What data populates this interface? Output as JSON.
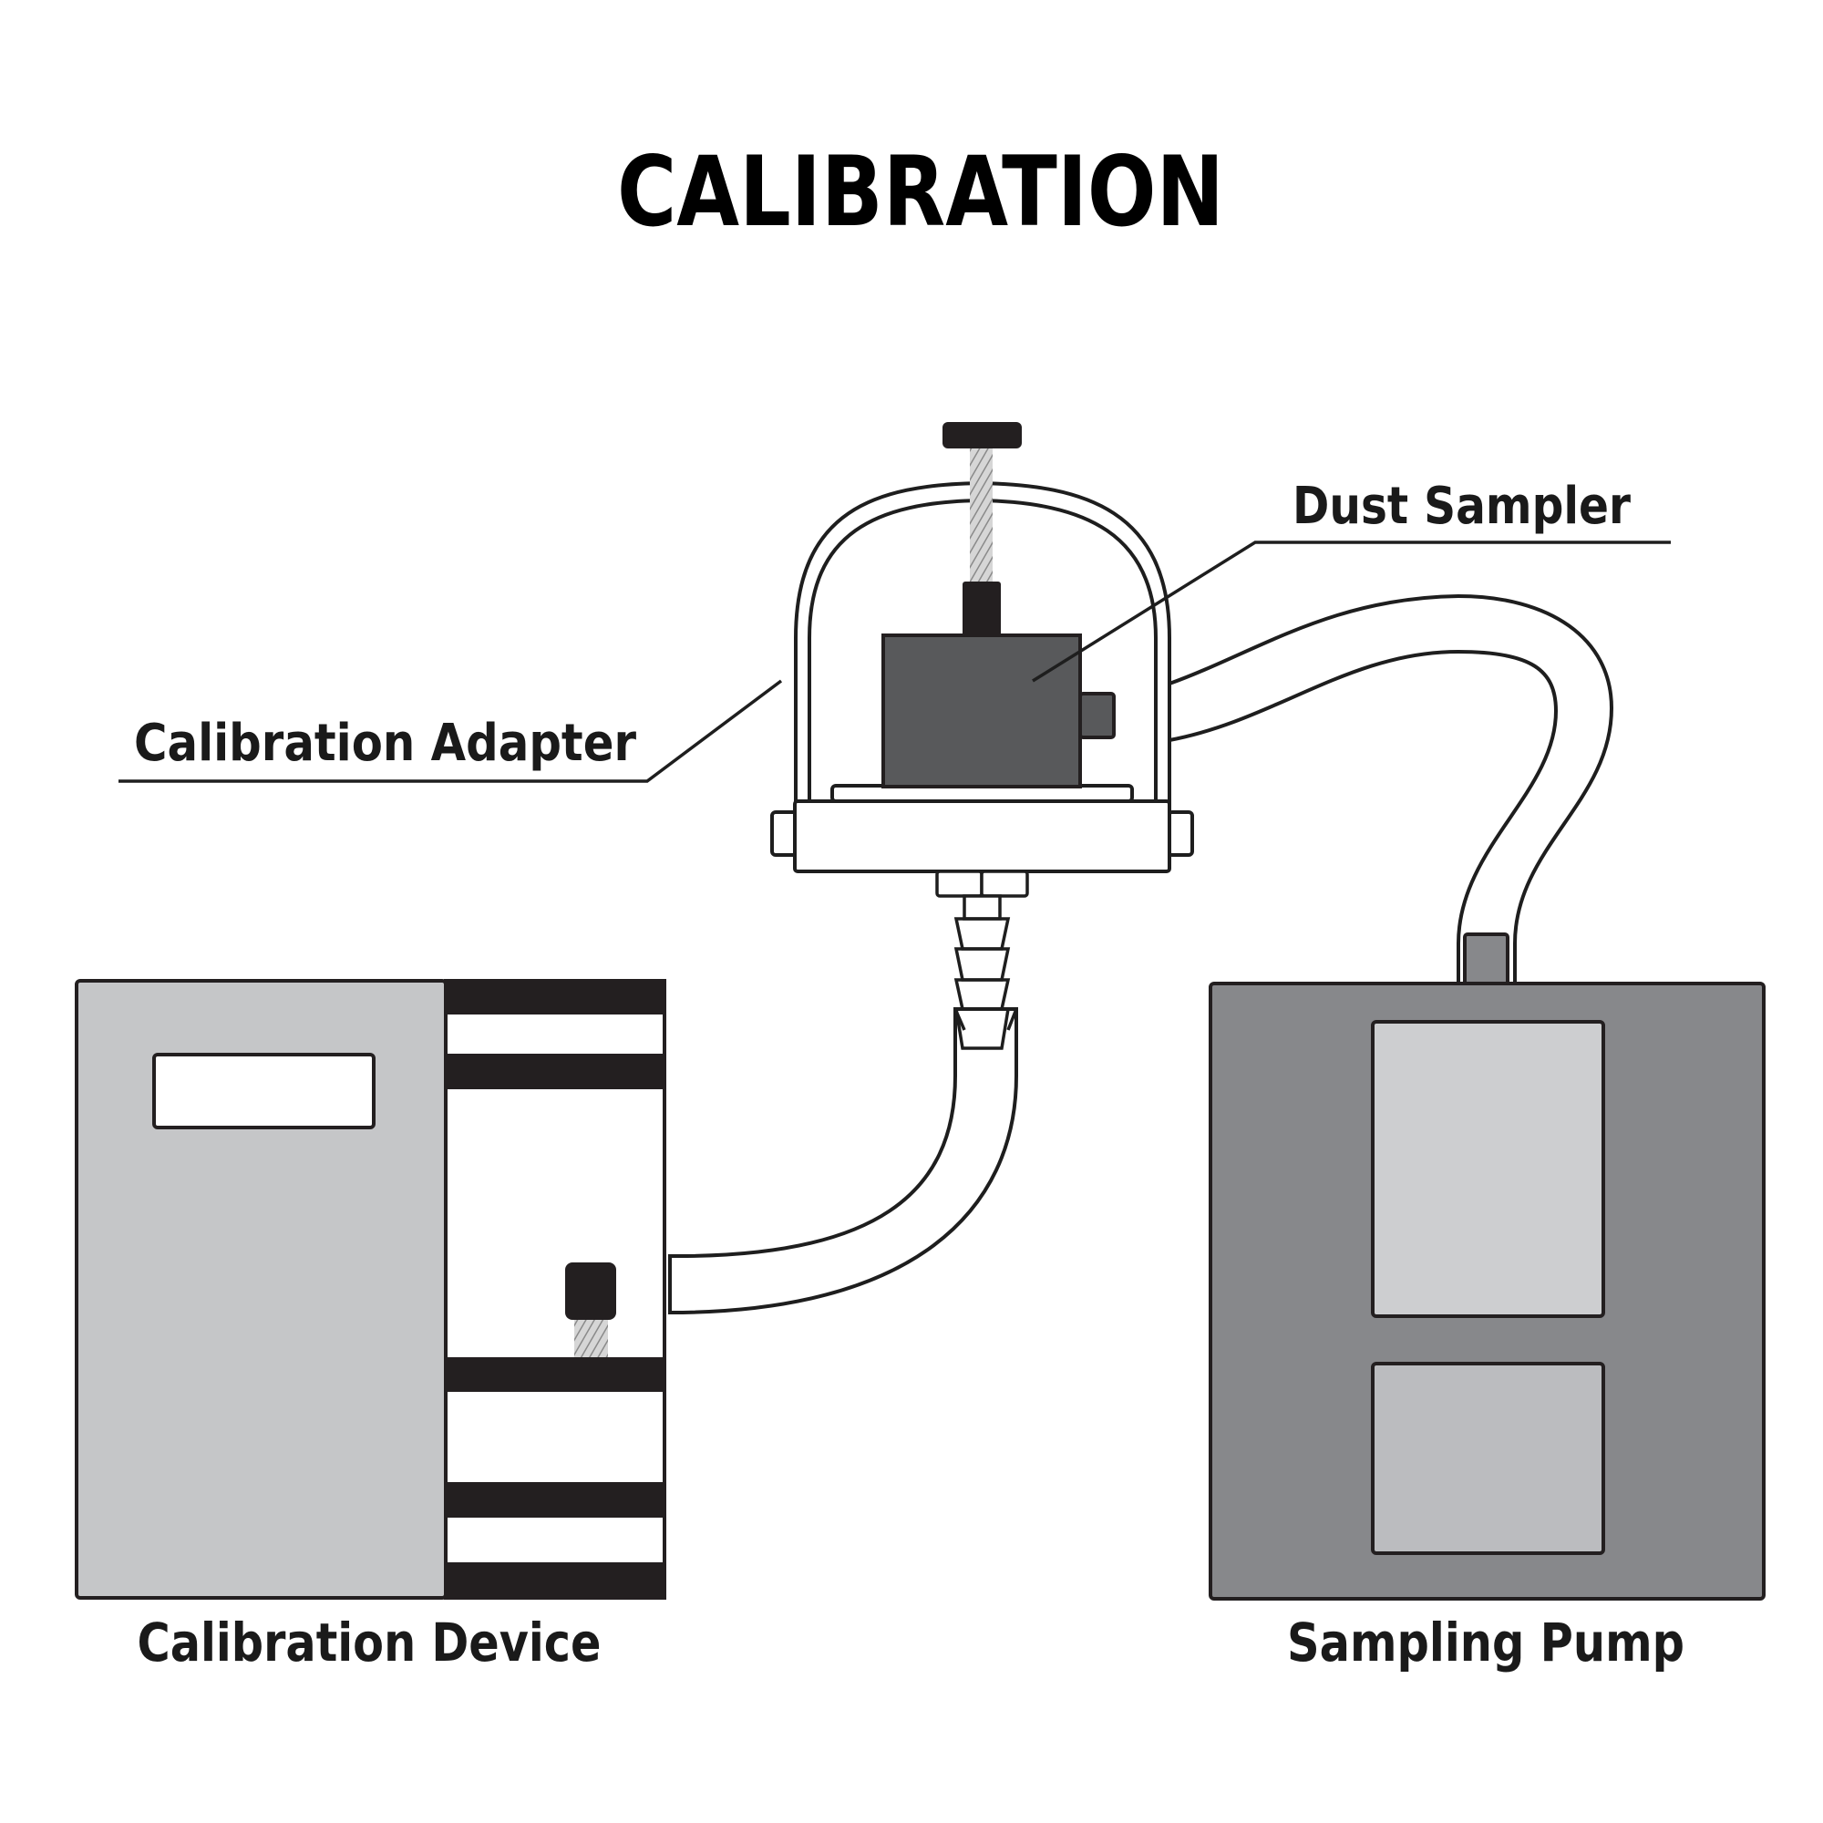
{
  "title": "CALIBRATION",
  "labels": {
    "dust_sampler": "Dust Sampler",
    "calibration_adapter": "Calibration Adapter",
    "calibration_device": "Calibration Device",
    "sampling_pump": "Sampling Pump"
  },
  "colors": {
    "background": "#ffffff",
    "outline": "#1e1e1e",
    "black_band": "#231f20",
    "device_panel": "#c5c6c8",
    "pump_body": "#87888b",
    "pump_panel_upper": "#cdced0",
    "pump_panel_lower": "#bbbcbf",
    "sampler_body": "#58595b",
    "thread": "#b8b8b8"
  },
  "components": [
    {
      "id": "calibration-adapter",
      "label_key": "calibration_adapter"
    },
    {
      "id": "dust-sampler",
      "label_key": "dust_sampler"
    },
    {
      "id": "calibration-device",
      "label_key": "calibration_device"
    },
    {
      "id": "sampling-pump",
      "label_key": "sampling_pump"
    }
  ],
  "connections": [
    {
      "from": "calibration-device",
      "to": "calibration-adapter",
      "type": "tube"
    },
    {
      "from": "dust-sampler",
      "to": "sampling-pump",
      "type": "tube"
    }
  ]
}
